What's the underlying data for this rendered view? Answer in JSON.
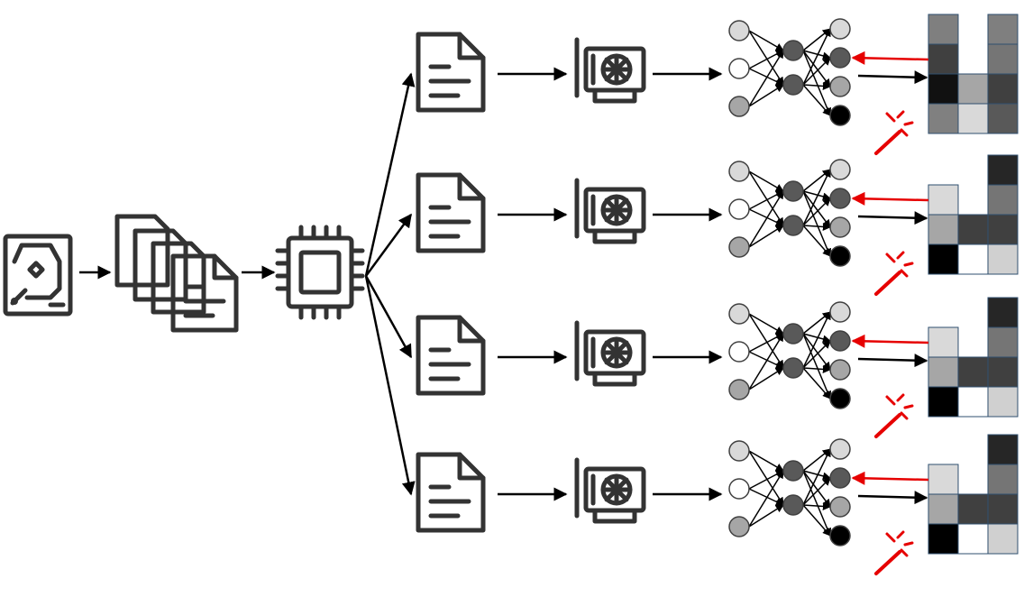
{
  "diagram": {
    "stages": [
      {
        "id": "storage",
        "icon": "hard-drive-icon"
      },
      {
        "id": "dataset",
        "icon": "stacked-documents-icon"
      },
      {
        "id": "cpu",
        "icon": "cpu-chip-icon"
      }
    ],
    "branch_count": 4,
    "branch": {
      "stages": [
        "document-icon",
        "gpu-card-icon",
        "neural-network-icon",
        "pixel-grid-icon"
      ],
      "feedback_arrow_color": "#e60000",
      "spark_icon": "magic-wand-icon"
    },
    "network": {
      "input_fills": [
        "#d9d9d9",
        "#ffffff",
        "#a6a6a6"
      ],
      "hidden_fills": [
        "#595959",
        "#595959"
      ],
      "output_fills": [
        "#d9d9d9",
        "#595959",
        "#a6a6a6",
        "#000000"
      ]
    },
    "grids": [
      [
        "#7f7f7f",
        null,
        "#7f7f7f",
        "#404040",
        null,
        "#757575",
        "#111111",
        "#a6a6a6",
        "#404040",
        "#808080",
        "#d9d9d9",
        "#595959"
      ],
      [
        null,
        null,
        "#262626",
        "#d9d9d9",
        null,
        "#757575",
        "#a6a6a6",
        "#404040",
        "#404040",
        "#000000",
        "#ffffff",
        "#d0d0d0"
      ],
      [
        null,
        null,
        "#262626",
        "#d9d9d9",
        null,
        "#757575",
        "#a6a6a6",
        "#404040",
        "#404040",
        "#000000",
        "#ffffff",
        "#d0d0d0"
      ],
      [
        null,
        null,
        "#262626",
        "#d9d9d9",
        null,
        "#757575",
        "#a6a6a6",
        "#404040",
        "#404040",
        "#000000",
        "#ffffff",
        "#d0d0d0"
      ]
    ],
    "colors": {
      "icon": "#333333",
      "arrow": "#000000",
      "feedback": "#e60000"
    }
  }
}
